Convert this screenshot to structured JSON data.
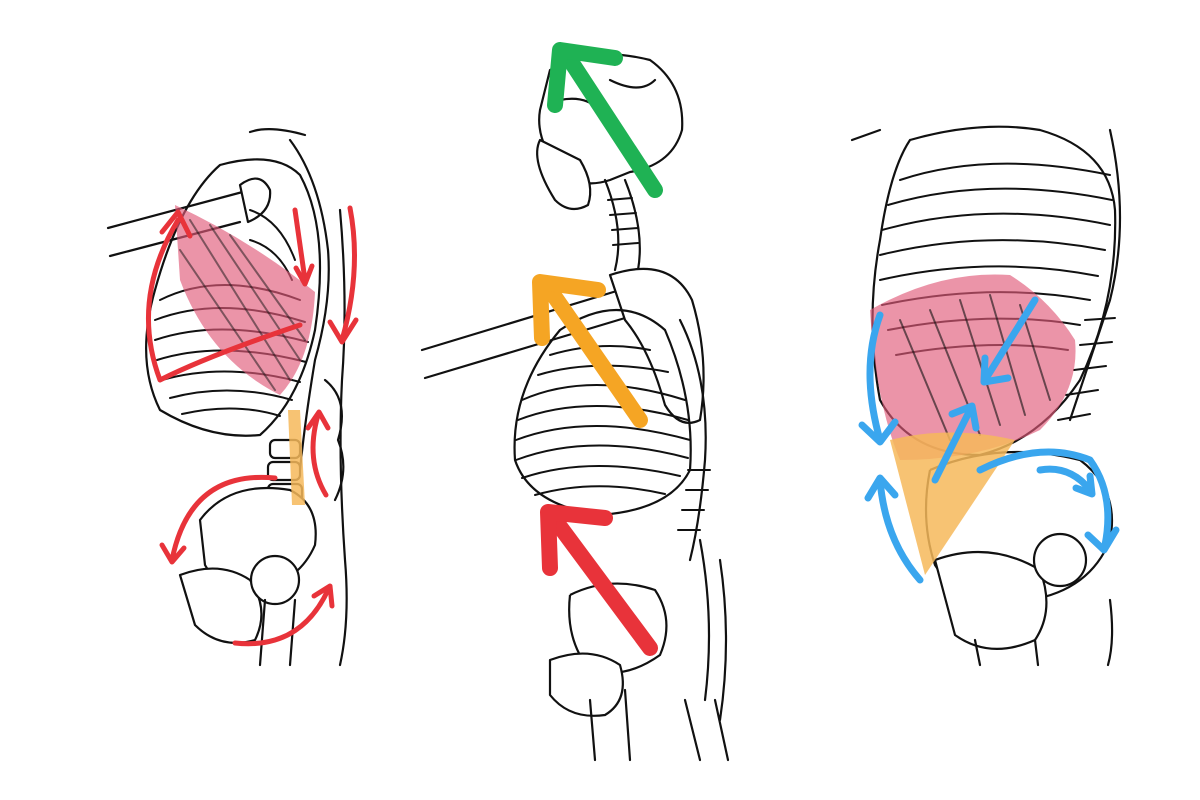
{
  "colors": {
    "background": "#ffffff",
    "line_art": "#111111",
    "arrow_red": "#e8333a",
    "arrow_orange": "#f5a524",
    "arrow_green": "#1fb254",
    "arrow_blue": "#3aa6ee",
    "muscle_pink": "#e05a7a",
    "tendon_orange": "#f6b85a"
  },
  "panels": [
    {
      "id": "left",
      "content": "spine-ribcage-pelvis-side-view",
      "arrow_color": "red",
      "highlight": "back-muscle"
    },
    {
      "id": "middle",
      "content": "full-skeleton-side-view",
      "arrow_colors": [
        "red",
        "orange",
        "green"
      ]
    },
    {
      "id": "right",
      "content": "ribcage-pelvis-close-up",
      "arrow_color": "blue",
      "highlight": "oblique-muscles"
    }
  ]
}
